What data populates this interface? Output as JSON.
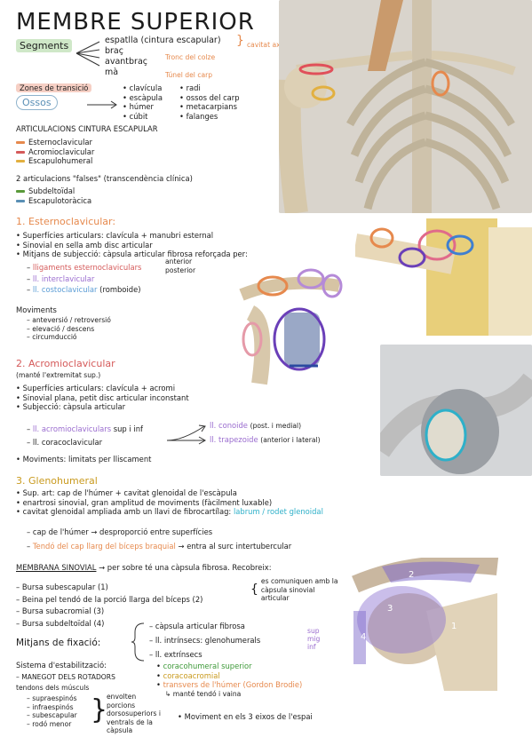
{
  "title": "MEMBRE SUPERIOR",
  "segments": {
    "label": "Segments",
    "items": [
      "espatlla (cintura escapular)",
      "braç",
      "avantbraç",
      "mà"
    ],
    "brace_1": "Tronc del colze",
    "brace_2": "Túnel del carp",
    "brace_right": "cavitat axilar"
  },
  "transicio": {
    "label": "Zones de transició"
  },
  "ossos": {
    "label": "Ossos",
    "col1": [
      "clavícula",
      "escàpula",
      "húmer",
      "cúbit"
    ],
    "col2": [
      "radi",
      "ossos del carp",
      "metacarpians",
      "falanges"
    ]
  },
  "articulacions": {
    "heading": "ARTICULACIONS CINTURA ESCAPULAR",
    "items": [
      "Esternoclavicular",
      "Acromioclavicular",
      "Escapulohumeral"
    ],
    "colors": [
      "#e6894d",
      "#d55a5a",
      "#e2b040"
    ],
    "falses_heading": "2 articulacions \"falses\" (transcendència clínica)",
    "falses": [
      "Subdeltoïdal",
      "Escapulotoràcica"
    ],
    "falses_colors": [
      "#5a9a3a",
      "#5a8fb5"
    ]
  },
  "sec1": {
    "heading": "1. Esternoclavicular:",
    "lines": [
      "Superfícies articulars: clavícula + manubri esternal",
      "Sinovial en sella amb disc articular",
      "Mitjans de subjecció: càpsula articular fibrosa reforçada per:"
    ],
    "liga_1": "lligaments esternoclaviculars",
    "liga_1_side": [
      "anterior",
      "posterior"
    ],
    "liga_2": "ll. interclavicular",
    "liga_3": "ll. costoclavicular",
    "liga_3_note": "(romboide)",
    "moviments_label": "Moviments",
    "moviments": [
      "anteversió / retroversió",
      "elevació / descens",
      "circumducció"
    ]
  },
  "sec2": {
    "heading": "2. Acromioclavicular",
    "subheading": "(manté l'extremitat sup.)",
    "lines": [
      "Superfícies articulars: clavícula + acromi",
      "Sinovial plana, petit disc articular inconstant",
      "Subjecció: càpsula articular"
    ],
    "lig_a": "ll. acromioclaviculars",
    "lig_a_note": "sup i inf",
    "lig_b": "ll. coracoclavicular",
    "conoide": "ll. conoide",
    "conoide_note": "(post. i medial)",
    "trapezoide": "ll. trapezoide",
    "trapezoide_note": "(anterior i lateral)",
    "moviments": "Moviments: limitats per lliscament"
  },
  "sec3": {
    "heading": "3. Glenohumeral",
    "lines": [
      "Sup. art: cap de l'húmer + cavitat glenoidal de l'escàpula",
      "enartrosi sinovial, gran amplitud de moviments (fàcilment luxable)",
      "cavitat glenoidal ampliada amb un llavi de fibrocartílag:"
    ],
    "labrum": "labrum / rodet glenoidal",
    "cap": "cap de l'húmer → desproporció entre superfícies",
    "tendo": "Tendó del cap llarg del bíceps braquial",
    "tendo_after": "→ entra al surc intertubercular"
  },
  "membrana": {
    "heading": "MEMBRANA SINOVIAL",
    "heading_after": "→ per sobre té una càpsula fibrosa. Recobreix:",
    "items": [
      "Bursa subescapular (1)",
      "Beina pel tendó de la porció llarga del bíceps (2)",
      "Bursa subacromial (3)",
      "Bursa subdeltoïdal (4)"
    ],
    "note": "es comuniquen amb la càpsula sinovial articular"
  },
  "fixacio": {
    "label": "Mitjans de fixació:",
    "capsula": "càpsula articular fibrosa",
    "intrinsecs": "ll. intrínsecs: glenohumerals",
    "intr_parts": [
      "sup",
      "mig",
      "inf"
    ],
    "extrinsecs": "ll. extrínsecs",
    "ext_items": [
      "coracohumeral superior",
      "coracoacromial",
      "transvers de l'húmer (Gordon Brodie)"
    ],
    "ext_colors": [
      "#3f9a3a",
      "#c99a1e",
      "#e6894d"
    ],
    "mante": "manté tendó i vaina"
  },
  "estabilitzacio": {
    "heading": "Sistema d'estabilització:",
    "sub": "MANEGOT DELS ROTADORS",
    "tendons": "tendons dels músculs",
    "muscles": [
      "supraespinós",
      "infraespinós",
      "subescapular",
      "rodó menor"
    ],
    "envolten": [
      "envolten",
      "porcions",
      "dorsosuperiors i",
      "ventrals de la",
      "càpsula"
    ],
    "moviment": "Moviment en els 3 eixos de l'espai"
  },
  "labels_img": [
    "1",
    "2",
    "3",
    "4"
  ]
}
